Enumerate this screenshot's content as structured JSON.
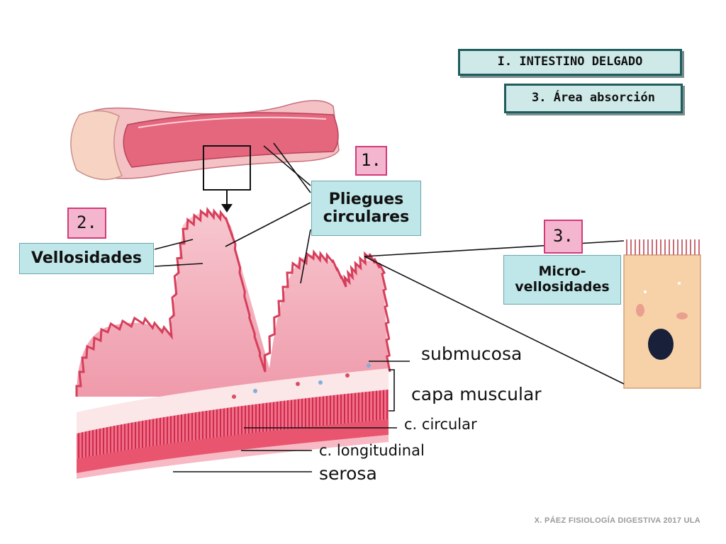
{
  "header": {
    "title": "I. INTESTINO DELGADO",
    "subtitle": "3. Área absorción"
  },
  "labels": {
    "pliegues_number": "1.",
    "pliegues_line1": "Pliegues",
    "pliegues_line2": "circulares",
    "vellosidades_number": "2.",
    "vellosidades": "Vellosidades",
    "micro_number": "3.",
    "micro_line1": "Micro-",
    "micro_line2": "vellosidades"
  },
  "layers": {
    "submucosa": "submucosa",
    "capa_muscular": "capa muscular",
    "circular": "c. circular",
    "longitudinal": "c. longitudinal",
    "serosa": "serosa"
  },
  "footer": {
    "credit": "X. PÁEZ   FISIOLOGÍA DIGESTIVA 2017  ULA"
  },
  "colors": {
    "tissue": "#e8667f",
    "tissue_light": "#f7c3cc",
    "muscle": "#e33d5e",
    "cell": "#f7d2a8",
    "nucleus": "#18203a",
    "teal_box": "#bfe6e8",
    "pink_box": "#f4b6cf"
  }
}
